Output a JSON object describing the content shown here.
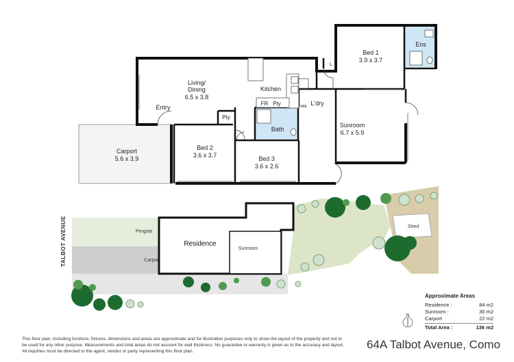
{
  "rooms": {
    "bed1": {
      "name": "Bed 1",
      "dims": "3.9 x 3.7"
    },
    "ens": {
      "name": "Ens"
    },
    "living": {
      "name": "Living/",
      "name2": "Dining",
      "dims": "6.5 x 3.8"
    },
    "kitchen": {
      "name": "Kitchen"
    },
    "entry": {
      "name": "Entry"
    },
    "fr": {
      "name": "FR"
    },
    "pty1": {
      "name": "Pty"
    },
    "pty2": {
      "name": "Pty"
    },
    "wm": {
      "name": "WM"
    },
    "ldry": {
      "name": "L'dry"
    },
    "linen": {
      "name": "L"
    },
    "bath": {
      "name": "Bath"
    },
    "sunroom": {
      "name": "Sunroom",
      "dims": "6.7 x 5.9"
    },
    "carport": {
      "name": "Carport",
      "dims": "5.6 x 3.9"
    },
    "bed2": {
      "name": "Bed 2",
      "dims": "3.6 x 3.7"
    },
    "bed3": {
      "name": "Bed 3",
      "dims": "3.6 x 2.6"
    }
  },
  "site": {
    "street": "TALBOT AVENUE",
    "pergola": "Pergola",
    "carport": "Carport",
    "residence": "Residence",
    "sunroom": "Sunroom",
    "shed": "Shed"
  },
  "areas": {
    "heading": "Approximate Areas",
    "rows": [
      {
        "label": "Residence :",
        "value": "84 m2"
      },
      {
        "label": "Sunroom :",
        "value": "30 m2"
      },
      {
        "label": "Carport",
        "value": "22 m2"
      }
    ],
    "total": {
      "label": "Total Area :",
      "value": "136 m2"
    }
  },
  "compass": {
    "label": "N"
  },
  "disclaimer": "This floor plan, including furniture, fixtures, dimensions and areas are approximate and for illustration purposes only to show the layout of the property and not to be used for any other purpose. Measurements and total areas do not account for wall thickness. No guarantee or warranty is given as to the accuracy and layout. All inquiries must be directed to the agent, vendor or party representing this floor plan.",
  "address": "64A Talbot Avenue, Como",
  "colors": {
    "wall": "#111111",
    "wet": "#cfe6f5",
    "carport": "#f4f4f4",
    "pave": "#cfcfcf",
    "lawn": "#dde5c8",
    "pergola": "#e6eddc",
    "garden": "#d8ccaa",
    "tree_dark": "#1e6b30",
    "tree_mid": "#4f9a4f",
    "tree_light": "#cfe1cf"
  }
}
